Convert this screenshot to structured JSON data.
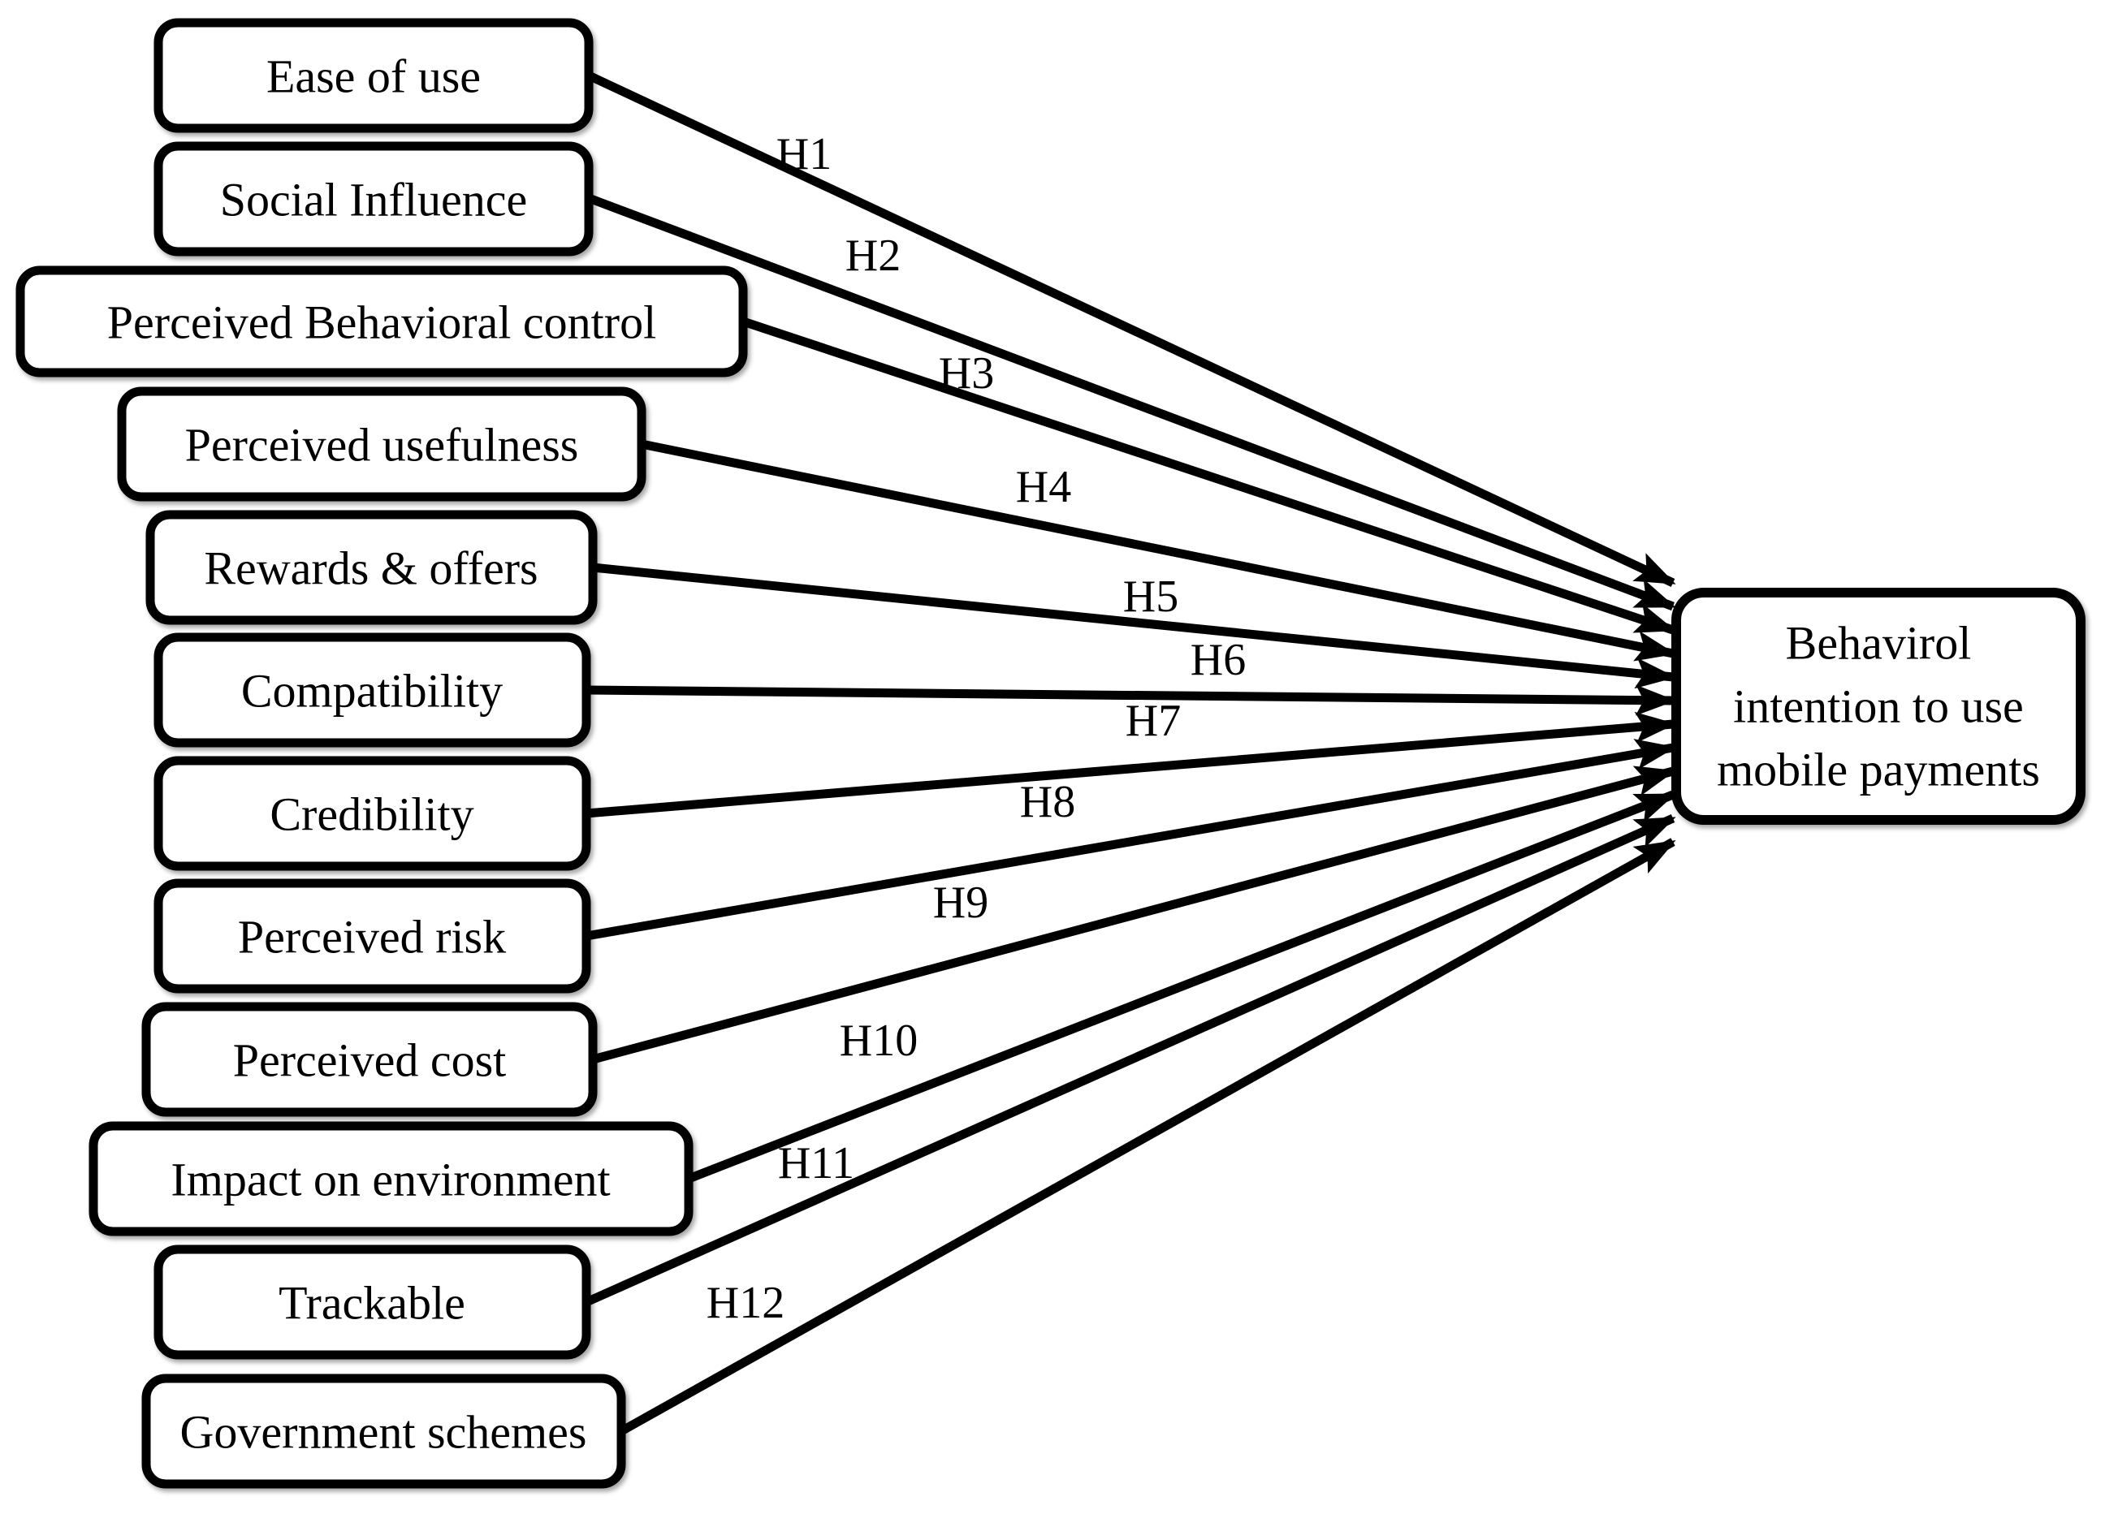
{
  "diagram": {
    "type": "research-model",
    "colors": {
      "stroke": "#000000",
      "box_fill": "#ffffff",
      "background": "#ffffff"
    },
    "outcome": {
      "label_full": "Behavirol intention to use mobile payments",
      "lines": [
        "Behavirol",
        "intention to use",
        "mobile payments"
      ]
    },
    "constructs": [
      {
        "label": "Ease of use",
        "hypothesis": "H1"
      },
      {
        "label": "Social Influence",
        "hypothesis": "H2"
      },
      {
        "label": "Perceived Behavioral control",
        "hypothesis": "H3"
      },
      {
        "label": "Perceived usefulness",
        "hypothesis": "H4"
      },
      {
        "label": "Rewards & offers",
        "hypothesis": "H5"
      },
      {
        "label": "Compatibility",
        "hypothesis": "H6"
      },
      {
        "label": "Credibility",
        "hypothesis": "H7"
      },
      {
        "label": "Perceived risk",
        "hypothesis": "H8"
      },
      {
        "label": "Perceived cost",
        "hypothesis": "H9"
      },
      {
        "label": "Impact on environment",
        "hypothesis": "H10"
      },
      {
        "label": "Trackable",
        "hypothesis": "H11"
      },
      {
        "label": "Government schemes",
        "hypothesis": "H12"
      }
    ],
    "connections": [
      {
        "from": "Ease of use",
        "to": "Behavirol intention to use mobile payments",
        "label": "H1"
      },
      {
        "from": "Social Influence",
        "to": "Behavirol intention to use mobile payments",
        "label": "H2"
      },
      {
        "from": "Perceived Behavioral control",
        "to": "Behavirol intention to use mobile payments",
        "label": "H3"
      },
      {
        "from": "Perceived usefulness",
        "to": "Behavirol intention to use mobile payments",
        "label": "H4"
      },
      {
        "from": "Rewards & offers",
        "to": "Behavirol intention to use mobile payments",
        "label": "H5"
      },
      {
        "from": "Compatibility",
        "to": "Behavirol intention to use mobile payments",
        "label": "H6"
      },
      {
        "from": "Credibility",
        "to": "Behavirol intention to use mobile payments",
        "label": "H7"
      },
      {
        "from": "Perceived risk",
        "to": "Behavirol intention to use mobile payments",
        "label": "H8"
      },
      {
        "from": "Perceived cost",
        "to": "Behavirol intention to use mobile payments",
        "label": "H9"
      },
      {
        "from": "Impact on environment",
        "to": "Behavirol intention to use mobile payments",
        "label": "H10"
      },
      {
        "from": "Trackable",
        "to": "Behavirol intention to use mobile payments",
        "label": "H11"
      },
      {
        "from": "Government schemes",
        "to": "Behavirol intention to use mobile payments",
        "label": "H12"
      }
    ]
  }
}
